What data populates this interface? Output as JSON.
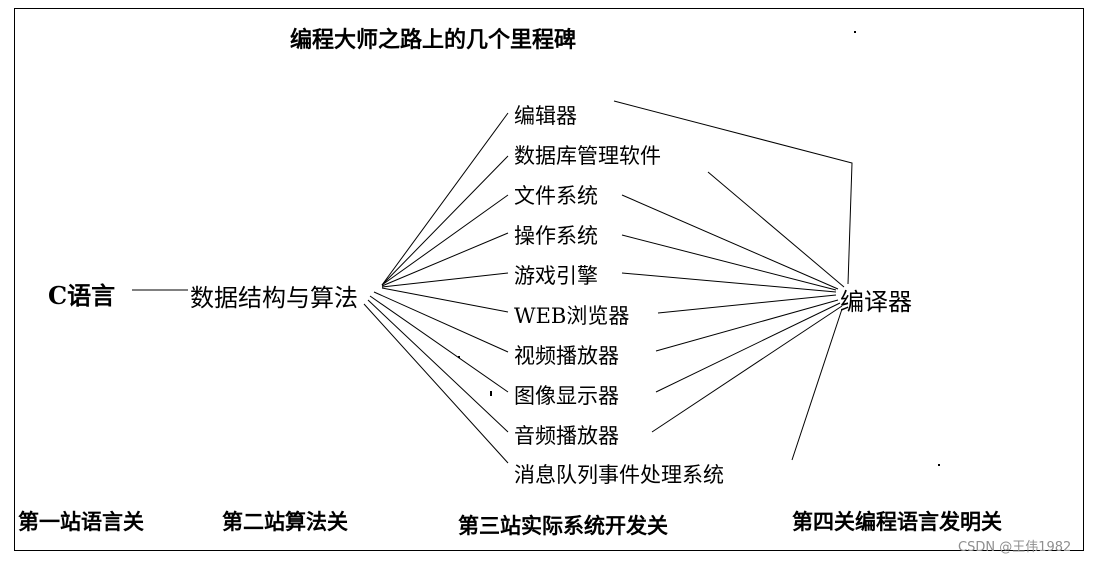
{
  "title": "编程大师之路上的几个里程碑",
  "start": {
    "c_language": "C语言",
    "dsa": "数据结构与算法"
  },
  "projects": [
    "编辑器",
    "数据库管理软件",
    "文件系统",
    "操作系统",
    "游戏引擎",
    "WEB浏览器",
    "视频播放器",
    "图像显示器",
    "音频播放器",
    "消息队列事件处理系统"
  ],
  "compiler": "编译器",
  "stages": [
    "第一站语言关",
    "第二站算法关",
    "第三站实际系统开发关",
    "第四关编程语言发明关"
  ],
  "watermark": "CSDN @王伟1982",
  "colors": {
    "line": "#000000",
    "watermark": "#8f8f8f"
  }
}
